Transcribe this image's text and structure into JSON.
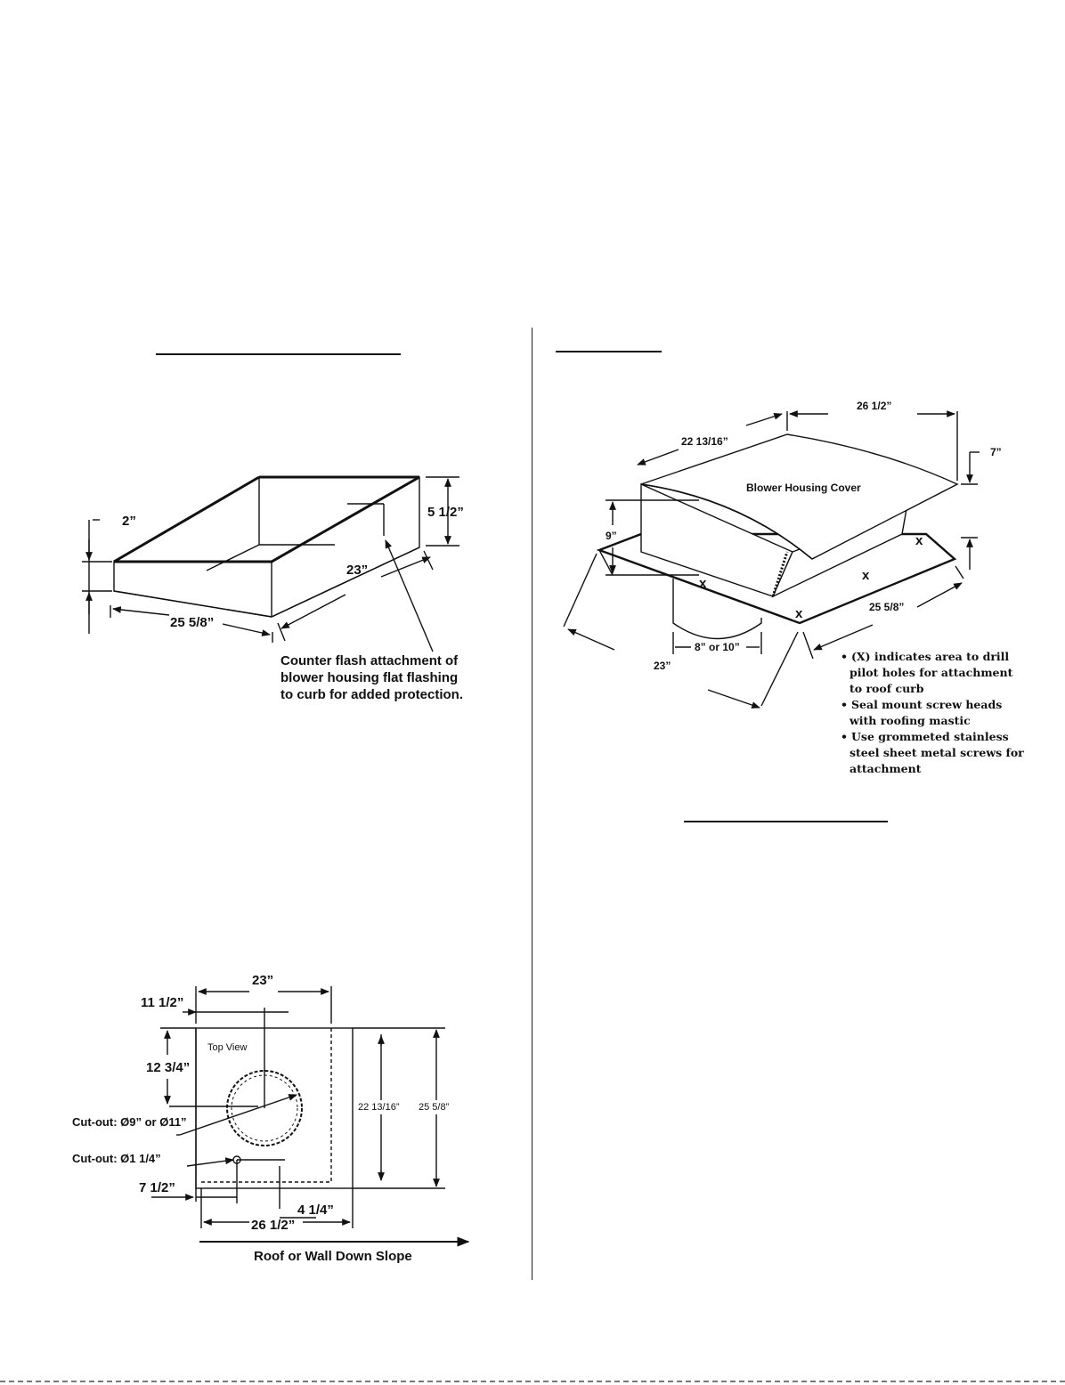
{
  "curb_diagram": {
    "dim_height_low": "2”",
    "dim_height_high": "5 1/2”",
    "dim_depth": "23”",
    "dim_width": "25 5/8”",
    "note_lines": [
      "Counter flash attachment of",
      "blower housing flat flashing",
      "to curb for added protection."
    ]
  },
  "blower_diagram": {
    "cover_label": "Blower Housing Cover",
    "dim_width": "26 1/2”",
    "dim_cover_depth": "22 13/16”",
    "dim_cover_height": "7”",
    "dim_total_height": "9”",
    "dim_flange_length": "25 5/8”",
    "dim_flange_depth": "23”",
    "dim_duct": "8” or 10”",
    "hole_mark": "x",
    "bullets": [
      "(X) indicates area to drill pilot holes for attachment to roof curb",
      "Seal mount screw heads with roofing mastic",
      "Use grommeted stainless steel sheet metal screws for attachment"
    ]
  },
  "top_view_diagram": {
    "view_label": "Top View",
    "dim_curb_width": "23”",
    "dim_center_x": "11 1/2”",
    "dim_center_y": "12 3/4”",
    "dim_cutout_large": "Cut-out: Ø9” or Ø11”",
    "dim_cutout_small": "Cut-out: Ø1 1/4”",
    "dim_small_x": "7 1/2”",
    "dim_small_y": "4 1/4”",
    "dim_overall_width": "26 1/2”",
    "dim_inner_height": "22 13/16”",
    "dim_outer_height": "25 5/8”",
    "slope_label": "Roof or Wall Down Slope"
  }
}
